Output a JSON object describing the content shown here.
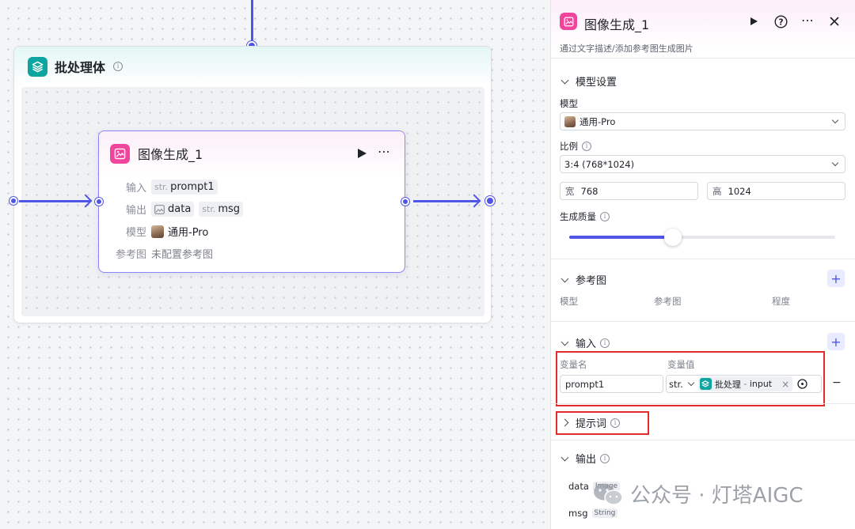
{
  "batch": {
    "title": "批处理体",
    "node": {
      "title": "图像生成_1",
      "input_label": "输入",
      "input_vars": [
        {
          "type": "str.",
          "name": "prompt1"
        }
      ],
      "output_label": "输出",
      "output_vars": [
        {
          "type": "image",
          "name": "data"
        },
        {
          "type": "str.",
          "name": "msg"
        }
      ],
      "model_label": "模型",
      "model_value": "通用-Pro",
      "ref_label": "参考图",
      "ref_value": "未配置参考图"
    }
  },
  "panel": {
    "title": "图像生成_1",
    "description": "通过文字描述/添加参考图生成图片",
    "model_settings": {
      "section_title": "模型设置",
      "model_label": "模型",
      "model_value": "通用-Pro",
      "ratio_label": "比例",
      "ratio_value": "3:4 (768*1024)",
      "width_label": "宽",
      "width_value": "768",
      "height_label": "高",
      "height_value": "1024",
      "quality_label": "生成质量",
      "quality_level": 0.39
    },
    "reference": {
      "section_title": "参考图",
      "columns": [
        "模型",
        "参考图",
        "程度"
      ]
    },
    "input": {
      "section_title": "输入",
      "col_name": "变量名",
      "col_value": "变量值",
      "var_name": "prompt1",
      "var_type": "str.",
      "ref_node": "批处理",
      "ref_sep": " - ",
      "ref_field": "input",
      "clear": "×",
      "remove": "−"
    },
    "prompt": {
      "section_title": "提示词"
    },
    "output": {
      "section_title": "输出",
      "vars": [
        {
          "name": "data",
          "type": "Image"
        },
        {
          "name": "msg",
          "type": "String"
        }
      ]
    }
  },
  "watermark": {
    "text": "公众号 · 灯塔AIGC"
  },
  "colors": {
    "accent": "#4f55e5",
    "node_border": "#8c86f5",
    "teal": "#0ea5a0",
    "pink": "#f0449d",
    "highlight": "#e22b2b"
  }
}
